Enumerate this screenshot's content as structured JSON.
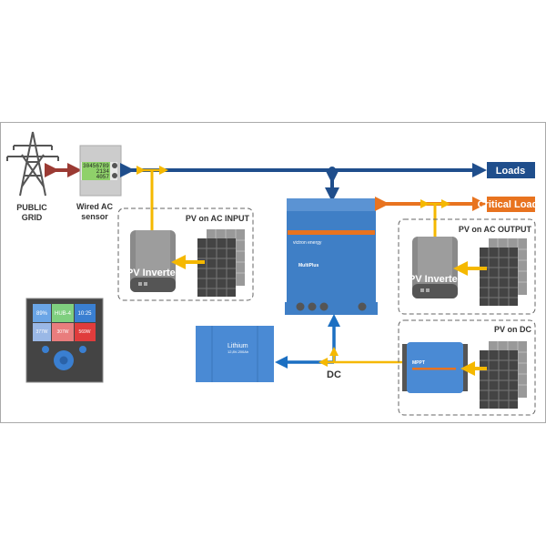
{
  "labels": {
    "grid_line1": "PUBLIC",
    "grid_line2": "GRID",
    "sensor_line1": "Wired AC",
    "sensor_line2": "sensor",
    "loads": "Loads",
    "critical_loads": "Critical Loads",
    "pv_ac_input": "PV on AC INPUT",
    "pv_ac_output": "PV on AC OUTPUT",
    "pv_dc": "PV on DC",
    "pv_inverter": "PV Inverter",
    "dc": "DC"
  },
  "meter": {
    "line1": "30456789",
    "line2": "2134",
    "line3": "4057"
  },
  "gx_display": {
    "tile1": "89%",
    "tile2": "HUB-4",
    "tile3": "10:25",
    "tile4": "377W",
    "tile5": "307W",
    "tile6": "569W"
  },
  "battery": {
    "name": "Lithium",
    "spec": "12,8V-200Ah"
  },
  "multiplus": {
    "name": "MultiPlus"
  },
  "mppt": {
    "name": "MPPT"
  },
  "colors": {
    "ac_bus": "#1f4e8c",
    "dc": "#1b6fc2",
    "pv": "#f5b800",
    "critical": "#e8731f",
    "grid": "#9b3a33",
    "loads_box": "#1f4e8c",
    "critical_box": "#e8731f"
  },
  "icons": [
    "power-tower-icon",
    "energy-meter-icon",
    "pv-inverter-icon",
    "solar-panel-icon",
    "multiplus-inverter-icon",
    "battery-icon",
    "mppt-charger-icon",
    "gx-display-icon"
  ]
}
